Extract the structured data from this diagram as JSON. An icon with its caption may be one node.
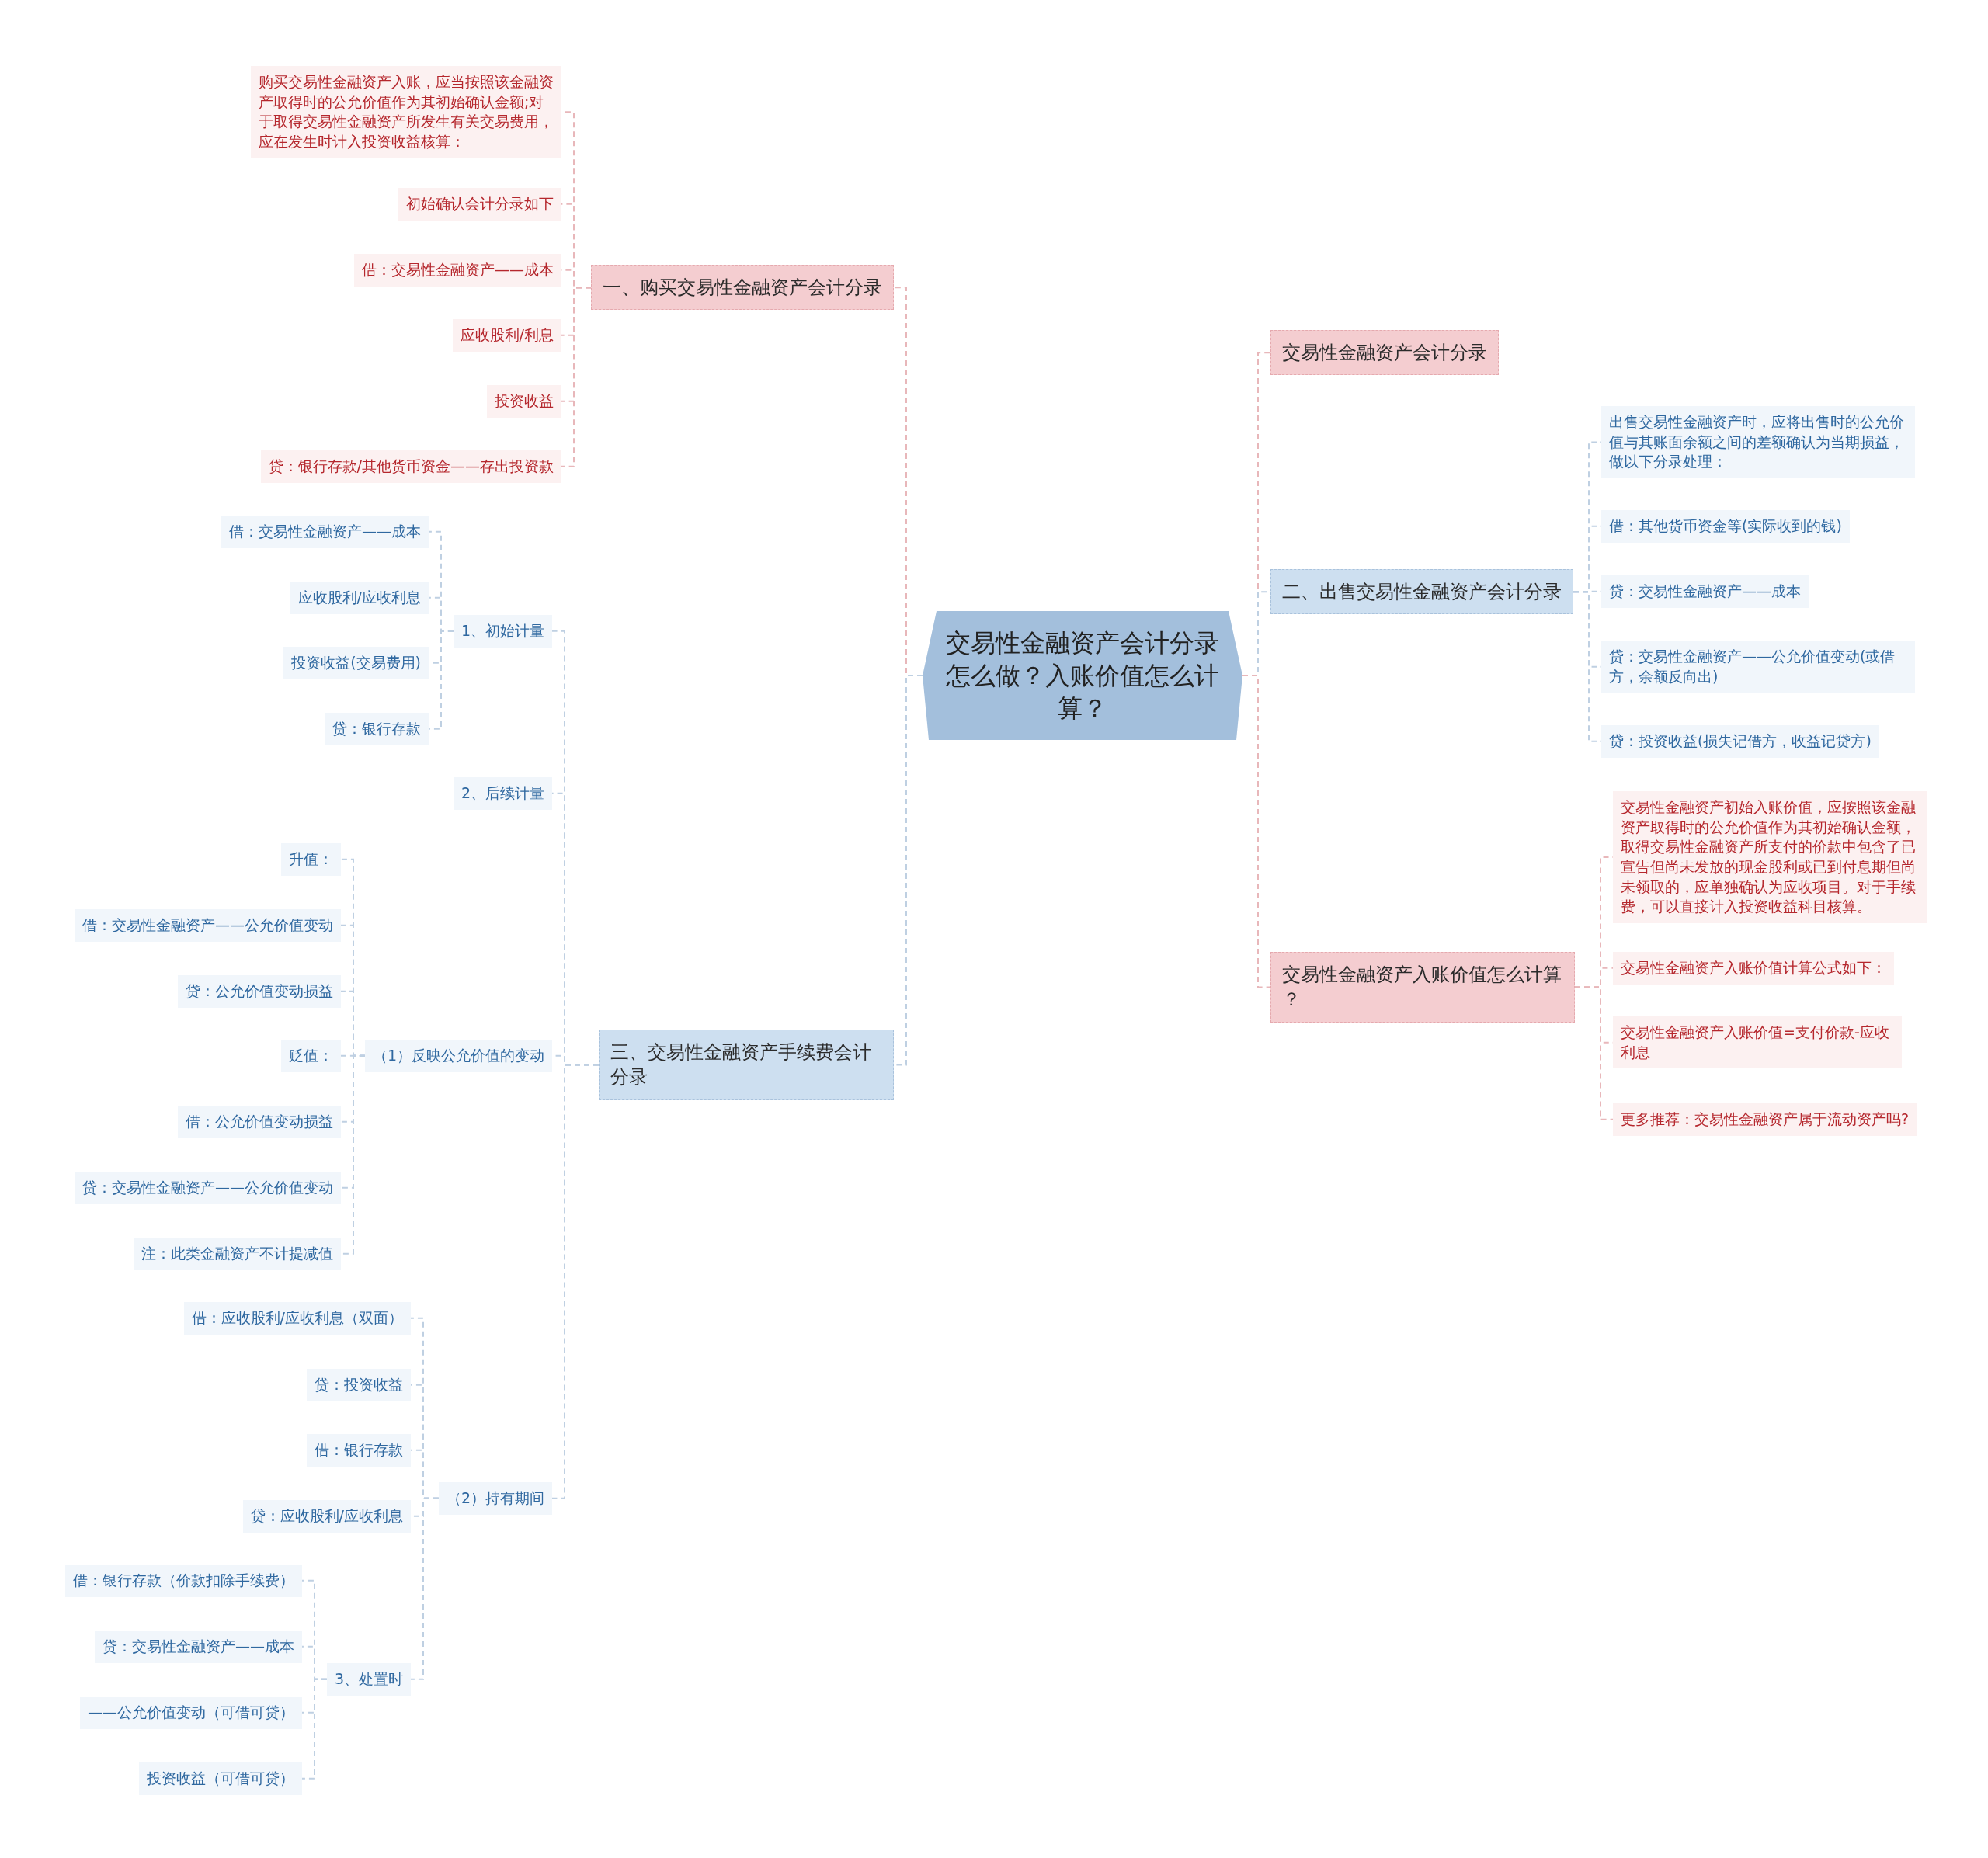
{
  "diagram": {
    "nodes": [
      {
        "text": [
          "交易性金融资产会计分录怎么做？入账价值怎么计算？"
        ]
      },
      {
        "text": [
          "一、购买交易性金融资产会计分录"
        ]
      },
      {
        "text": [
          "购买交易性金融资产入账，应当按照该金融资产取得时的公允价值作为其初始确认金额;对于取得交易性金融资产所发生有关交易费用，应在发生时计入投资收益核算："
        ]
      },
      {
        "text": [
          "初始确认会计分录如下"
        ]
      },
      {
        "text": [
          "借：交易性金融资产——成本"
        ]
      },
      {
        "text": [
          "应收股利/利息"
        ]
      },
      {
        "text": [
          "投资收益"
        ]
      },
      {
        "text": [
          "贷：银行存款/其他货币资金——存出投资款"
        ]
      },
      {
        "text": [
          "三、交易性金融资产手续费会计分录"
        ]
      },
      {
        "text": [
          "1、初始计量"
        ]
      },
      {
        "text": [
          "借：交易性金融资产——成本"
        ]
      },
      {
        "text": [
          "应收股利/应收利息"
        ]
      },
      {
        "text": [
          "投资收益(交易费用)"
        ]
      },
      {
        "text": [
          "贷：银行存款"
        ]
      },
      {
        "text": [
          "2、后续计量"
        ]
      },
      {
        "text": [
          "（1）反映公允价值的变动"
        ]
      },
      {
        "text": [
          "升值："
        ]
      },
      {
        "text": [
          "借：交易性金融资产——公允价值变动"
        ]
      },
      {
        "text": [
          "贷：公允价值变动损益"
        ]
      },
      {
        "text": [
          "贬值："
        ]
      },
      {
        "text": [
          "借：公允价值变动损益"
        ]
      },
      {
        "text": [
          "贷：交易性金融资产——公允价值变动"
        ]
      },
      {
        "text": [
          "注：此类金融资产不计提减值"
        ]
      },
      {
        "text": [
          "（2）持有期间"
        ]
      },
      {
        "text": [
          "借：应收股利/应收利息（双面）"
        ]
      },
      {
        "text": [
          "贷：投资收益"
        ]
      },
      {
        "text": [
          "借：银行存款"
        ]
      },
      {
        "text": [
          "贷：应收股利/应收利息"
        ]
      },
      {
        "text": [
          "3、处置时"
        ]
      },
      {
        "text": [
          "借：银行存款（价款扣除手续费）"
        ]
      },
      {
        "text": [
          "贷：交易性金融资产——成本"
        ]
      },
      {
        "text": [
          "——公允价值变动（可借可贷）"
        ]
      },
      {
        "text": [
          "投资收益（可借可贷）"
        ]
      },
      {
        "text": [
          "交易性金融资产会计分录"
        ]
      },
      {
        "text": [
          "二、出售交易性金融资产会计分录"
        ]
      },
      {
        "text": [
          "出售交易性金融资产时，应将出售时的公允价值与其账面余额之间的差额确认为当期损益，做以下分录处理："
        ]
      },
      {
        "text": [
          "借：其他货币资金等(实际收到的钱)"
        ]
      },
      {
        "text": [
          "贷：交易性金融资产——成本"
        ]
      },
      {
        "text": [
          "贷：交易性金融资产——公允价值变动(或借方，余额反向出)"
        ]
      },
      {
        "text": [
          "贷：投资收益(损失记借方，收益记贷方)"
        ]
      },
      {
        "text": [
          "交易性金融资产入账价值怎么计算？"
        ]
      },
      {
        "text": [
          "交易性金融资产初始入账价值，应按照该金融资产取得时的公允价值作为其初始确认金额，取得交易性金融资产所支付的价款中包含了已宣告但尚未发放的现金股利或已到付息期但尚未领取的，应单独确认为应收项目。对于手续费，可以直接计入投资收益科目核算。"
        ]
      },
      {
        "text": [
          "交易性金融资产入账价值计算公式如下："
        ]
      },
      {
        "text": [
          "交易性金融资产入账价值=支付价款-应收利息"
        ]
      },
      {
        "text": [
          "更多推荐：交易性金融资产属于流动资产吗?"
        ]
      }
    ],
    "edges": [
      {
        "from": 0,
        "to": 1,
        "arrow": "none",
        "color": "#e8b7ba"
      },
      {
        "from": 1,
        "to": 2,
        "arrow": "none",
        "color": "#e8b7ba"
      },
      {
        "from": 1,
        "to": 3,
        "arrow": "none",
        "color": "#e8b7ba"
      },
      {
        "from": 1,
        "to": 4,
        "arrow": "none",
        "color": "#e8b7ba"
      },
      {
        "from": 1,
        "to": 5,
        "arrow": "none",
        "color": "#e8b7ba"
      },
      {
        "from": 1,
        "to": 6,
        "arrow": "none",
        "color": "#e8b7ba"
      },
      {
        "from": 1,
        "to": 7,
        "arrow": "none",
        "color": "#e8b7ba"
      },
      {
        "from": 0,
        "to": 8,
        "arrow": "none"
      },
      {
        "from": 8,
        "to": 9,
        "arrow": "none"
      },
      {
        "from": 9,
        "to": 10,
        "arrow": "none"
      },
      {
        "from": 9,
        "to": 11,
        "arrow": "none"
      },
      {
        "from": 9,
        "to": 12,
        "arrow": "none"
      },
      {
        "from": 9,
        "to": 13,
        "arrow": "none"
      },
      {
        "from": 8,
        "to": 14,
        "arrow": "none"
      },
      {
        "from": 8,
        "to": 15,
        "arrow": "none"
      },
      {
        "from": 15,
        "to": 16,
        "arrow": "none"
      },
      {
        "from": 15,
        "to": 17,
        "arrow": "none"
      },
      {
        "from": 15,
        "to": 18,
        "arrow": "none"
      },
      {
        "from": 15,
        "to": 19,
        "arrow": "none"
      },
      {
        "from": 15,
        "to": 20,
        "arrow": "none"
      },
      {
        "from": 15,
        "to": 21,
        "arrow": "none"
      },
      {
        "from": 15,
        "to": 22,
        "arrow": "none"
      },
      {
        "from": 8,
        "to": 23,
        "arrow": "none"
      },
      {
        "from": 23,
        "to": 24,
        "arrow": "none"
      },
      {
        "from": 23,
        "to": 25,
        "arrow": "none"
      },
      {
        "from": 23,
        "to": 26,
        "arrow": "none"
      },
      {
        "from": 23,
        "to": 27,
        "arrow": "none"
      },
      {
        "from": 23,
        "to": 28,
        "arrow": "none"
      },
      {
        "from": 28,
        "to": 29,
        "arrow": "none"
      },
      {
        "from": 28,
        "to": 30,
        "arrow": "none"
      },
      {
        "from": 28,
        "to": 31,
        "arrow": "none"
      },
      {
        "from": 28,
        "to": 32,
        "arrow": "none"
      },
      {
        "from": 0,
        "to": 33,
        "arrow": "none",
        "color": "#e8b7ba"
      },
      {
        "from": 0,
        "to": 34,
        "arrow": "none"
      },
      {
        "from": 34,
        "to": 35,
        "arrow": "none"
      },
      {
        "from": 34,
        "to": 36,
        "arrow": "none"
      },
      {
        "from": 34,
        "to": 37,
        "arrow": "none"
      },
      {
        "from": 34,
        "to": 38,
        "arrow": "none"
      },
      {
        "from": 34,
        "to": 39,
        "arrow": "none"
      },
      {
        "from": 0,
        "to": 40,
        "arrow": "none",
        "color": "#e8b7ba"
      },
      {
        "from": 40,
        "to": 41,
        "arrow": "none",
        "color": "#e8b7ba"
      },
      {
        "from": 40,
        "to": 42,
        "arrow": "none",
        "color": "#e8b7ba"
      },
      {
        "from": 40,
        "to": 43,
        "arrow": "none",
        "color": "#e8b7ba"
      },
      {
        "from": 40,
        "to": 44,
        "arrow": "none",
        "color": "#e8b7ba"
      }
    ]
  }
}
